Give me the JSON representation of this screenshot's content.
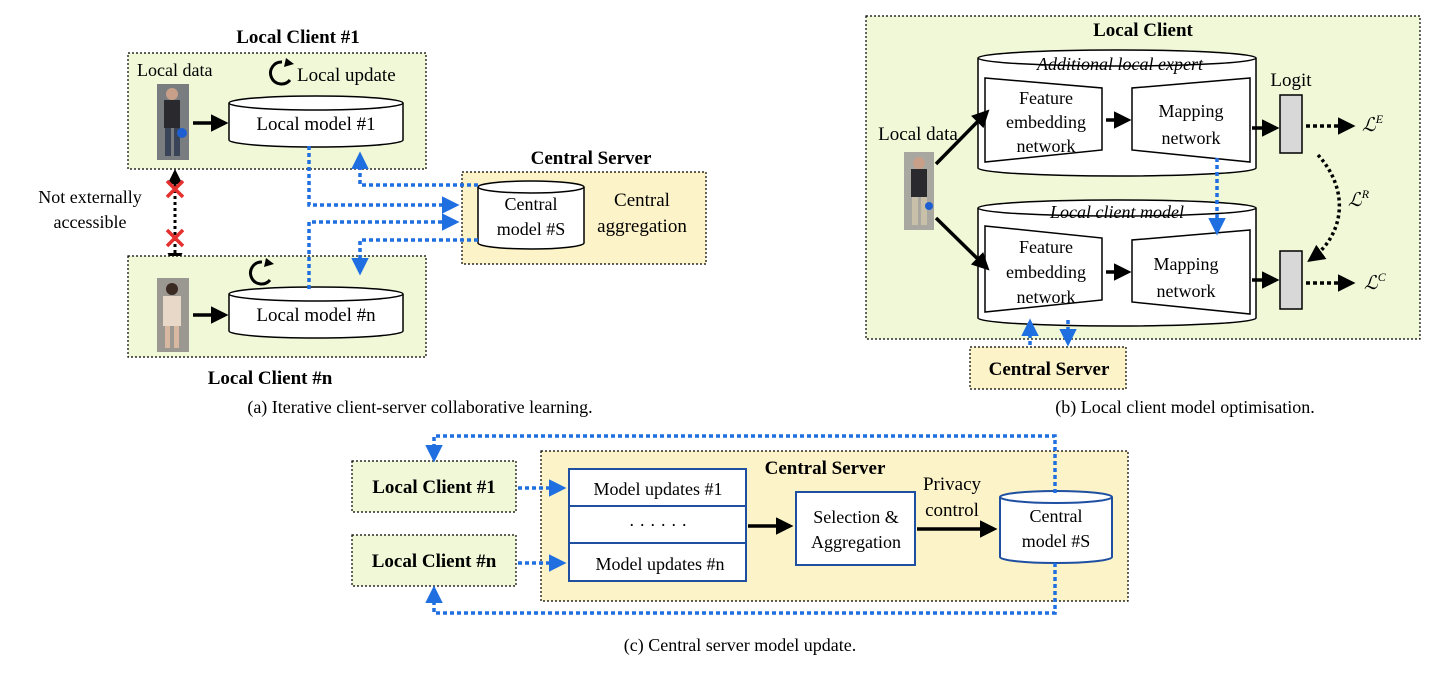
{
  "colors": {
    "client_fill": "#f0f8d8",
    "server_fill": "#fdf3c8",
    "arrow_blue": "#1f6fe0",
    "x_red": "#e53030",
    "logit_fill": "#d8d8d8"
  },
  "panel_a": {
    "client1_title": "Local Client #1",
    "clientn_title": "Local Client #n",
    "local_data": "Local data",
    "local_update": "Local update",
    "model1": "Local model #1",
    "modeln": "Local model #n",
    "not_accessible_1": "Not externally",
    "not_accessible_2": "accessible",
    "server_title": "Central Server",
    "central_model_1": "Central",
    "central_model_2": "model #S",
    "aggregation_1": "Central",
    "aggregation_2": "aggregation",
    "caption": "(a) Iterative client-server collaborative learning."
  },
  "panel_b": {
    "title": "Local Client",
    "expert_label": "Additional local expert",
    "client_model_label": "Local client model",
    "local_data": "Local data",
    "fe_1": "Feature",
    "fe_2": "embedding",
    "fe_3": "network",
    "map_1": "Mapping",
    "map_2": "network",
    "logit": "Logit",
    "loss_e": "ℒ",
    "loss_e_sup": "E",
    "loss_r": "ℒ",
    "loss_r_sup": "R",
    "loss_c": "ℒ",
    "loss_c_sup": "C",
    "server": "Central Server",
    "caption": "(b) Local client model optimisation."
  },
  "panel_c": {
    "client1": "Local Client #1",
    "clientn": "Local Client #n",
    "server_title": "Central Server",
    "updates1": "Model updates #1",
    "dots": "· · · · · ·",
    "updatesn": "Model updates #n",
    "sel_1": "Selection &",
    "sel_2": "Aggregation",
    "privacy_1": "Privacy",
    "privacy_2": "control",
    "central_1": "Central",
    "central_2": "model #S",
    "caption": "(c) Central server model update."
  }
}
